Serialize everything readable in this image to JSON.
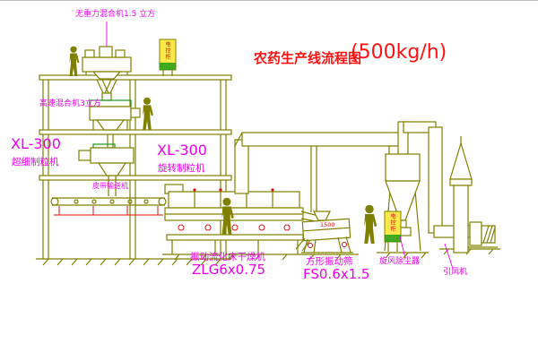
{
  "title": {
    "main": "农药生产线流程图",
    "capacity": "(500kg/h)"
  },
  "labels": {
    "gravity_mixer": "无重力混合机1.5 立方",
    "high_speed_mixer": "高速混合机3立方",
    "granulator_left_model": "XL-300",
    "granulator_left_name": "超细制粒机",
    "granulator_mid_model": "XL-300",
    "granulator_mid_name": "旋转制粒机",
    "belt_conveyor": "皮带输送机",
    "dryer_name": "振动流化床干燥机",
    "dryer_model": "ZLG6x0.75",
    "screen_name": "方形振动筛",
    "screen_model": "FS0.6x1.5",
    "screen_dim": "1500",
    "cyclone": "旋风除尘器",
    "fan": "引风机",
    "cabinet_top": "电控柜",
    "cabinet_right": "电控柜"
  },
  "colors": {
    "linework": "#808000",
    "label_magenta": "#ee00ee",
    "title_red": "#ff1111",
    "accent_red": "#e01010",
    "accent_green": "#119911",
    "cabinet_yellow": "#ffe94a"
  }
}
